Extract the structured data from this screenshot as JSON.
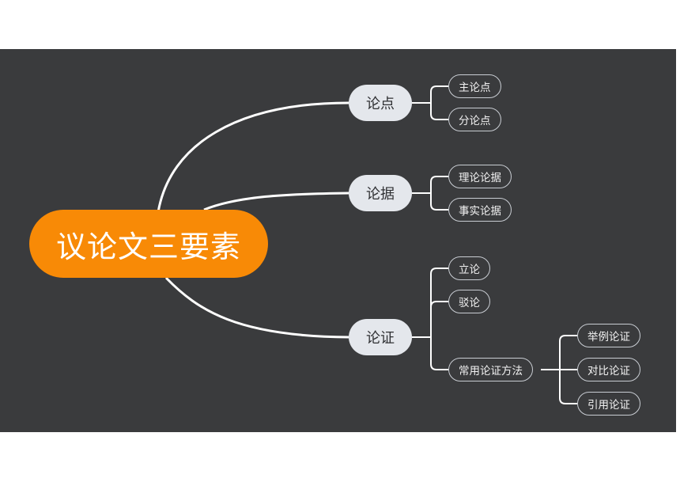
{
  "root": {
    "label": "议论文三要素",
    "color": "#f88a06"
  },
  "branches": [
    {
      "label": "论点",
      "children": [
        {
          "label": "主论点"
        },
        {
          "label": "分论点"
        }
      ]
    },
    {
      "label": "论据",
      "children": [
        {
          "label": "理论论据"
        },
        {
          "label": "事实论据"
        }
      ]
    },
    {
      "label": "论证",
      "children": [
        {
          "label": "立论"
        },
        {
          "label": "驳论"
        },
        {
          "label": "常用论证方法",
          "children": [
            {
              "label": "举例论证"
            },
            {
              "label": "对比论证"
            },
            {
              "label": "引用论证"
            }
          ]
        }
      ]
    }
  ],
  "colors": {
    "background": "#3a3b3d",
    "connector": "#ffffff",
    "branch_fill": "#e4e7ec",
    "leaf_border": "#c9cdd3"
  }
}
